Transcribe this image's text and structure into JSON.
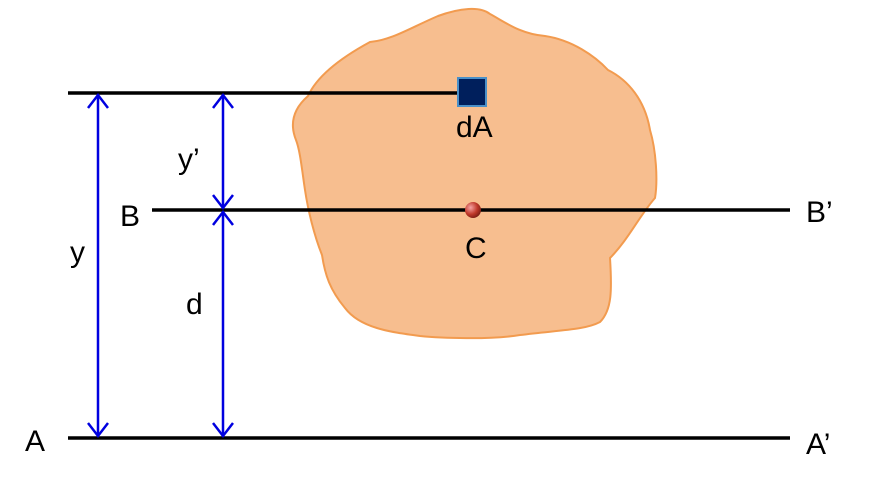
{
  "colors": {
    "area_fill": "#F7BE8F",
    "area_stroke": "#F29B4F",
    "line": "#000000",
    "dimension_arrow": "#0000E0",
    "element_fill": "#001F5C",
    "element_stroke": "#4A90C8",
    "centroid": "#C0392B"
  },
  "labels": {
    "element": "dA",
    "centroid": "C",
    "centroidal_axis_left": "B",
    "centroidal_axis_right": "B’",
    "reference_axis_left": "A",
    "reference_axis_right": "A’",
    "distance_to_reference": "y",
    "distance_to_centroid": "y’",
    "axis_separation": "d"
  }
}
